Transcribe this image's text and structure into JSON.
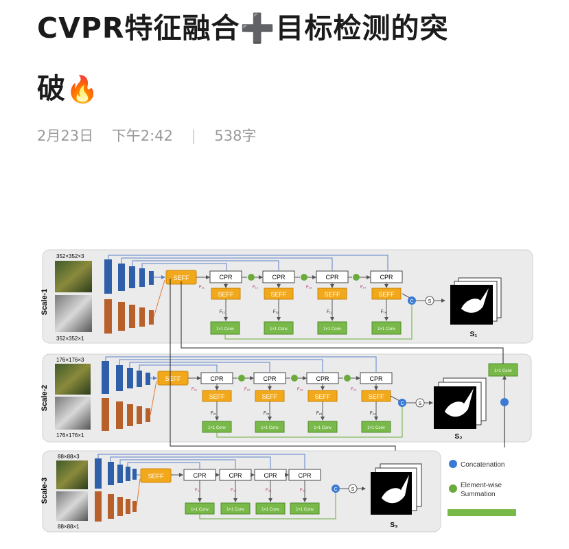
{
  "article": {
    "title_line1": "CVPR特征融合➕目标检测的突",
    "title_line2": "破",
    "title_emoji": "🔥",
    "date": "2月23日",
    "time": "下午2:42",
    "separator": "|",
    "word_count": "538字"
  },
  "figure": {
    "scale1": {
      "label": "Scale-1",
      "input_rgb": "352×352×3",
      "input_depth": "352×352×1",
      "seff": "SEFF",
      "cpr": [
        "CPR",
        "CPR",
        "CPR",
        "CPR"
      ],
      "seff_row": [
        "SEFF",
        "SEFF",
        "SEFF",
        "SEFF"
      ],
      "conv": [
        "1×1 Conv",
        "1×1 Conv",
        "1×1 Conv",
        "1×1 Conv"
      ],
      "f_top": [
        "F₁₁",
        "F₁₂",
        "F₁₃",
        "F₁₄"
      ],
      "f_bot": [
        "F₁₁",
        "F₁₂",
        "F₁₃",
        "F₁₄"
      ],
      "c": "C",
      "s": "S",
      "out": "S₁"
    },
    "scale2": {
      "label": "Scale-2",
      "input_rgb": "176×176×3",
      "input_depth": "176×176×1",
      "seff": "SEFF",
      "cpr": [
        "CPR",
        "CPR",
        "CPR",
        "CPR"
      ],
      "seff_row": [
        "SEFF",
        "SEFF",
        "SEFF",
        "SEFF"
      ],
      "conv": [
        "1×1 Conv",
        "1×1 Conv",
        "1×1 Conv",
        "1×1 Conv"
      ],
      "f_top": [
        "F₂₁",
        "F₂₂",
        "F₂₃",
        "F₂₄"
      ],
      "f_bot": [
        "F₂₁",
        "F₂₂",
        "F₂₃",
        "F₂₄"
      ],
      "c": "C",
      "s": "S",
      "out": "S₂",
      "conv_right": "1×1 Conv"
    },
    "scale3": {
      "label": "Scale-3",
      "input_rgb": "88×88×3",
      "input_depth": "88×88×1",
      "seff": "SEFF",
      "cpr": [
        "CPR",
        "CPR",
        "CPR",
        "CPR"
      ],
      "conv": [
        "1×1 Conv",
        "1×1 Conv",
        "1×1 Conv",
        "1×1 Conv"
      ],
      "f": [
        "F₃₁",
        "F₃₂",
        "F₃₃",
        "F₃₄"
      ],
      "c": "C",
      "s": "S",
      "out": "S₃"
    },
    "legend": {
      "concat": "Concatenation",
      "sum1": "Element-wise",
      "sum2": "Summation"
    },
    "colors": {
      "rgb_stream": "#2f5fa8",
      "depth_stream": "#b8602c",
      "seff": "#f2a81b",
      "conv": "#79b94a",
      "panel": "#e9e9e9",
      "concat_node": "#3a7bd5",
      "sum_node": "#6aab3b"
    }
  }
}
